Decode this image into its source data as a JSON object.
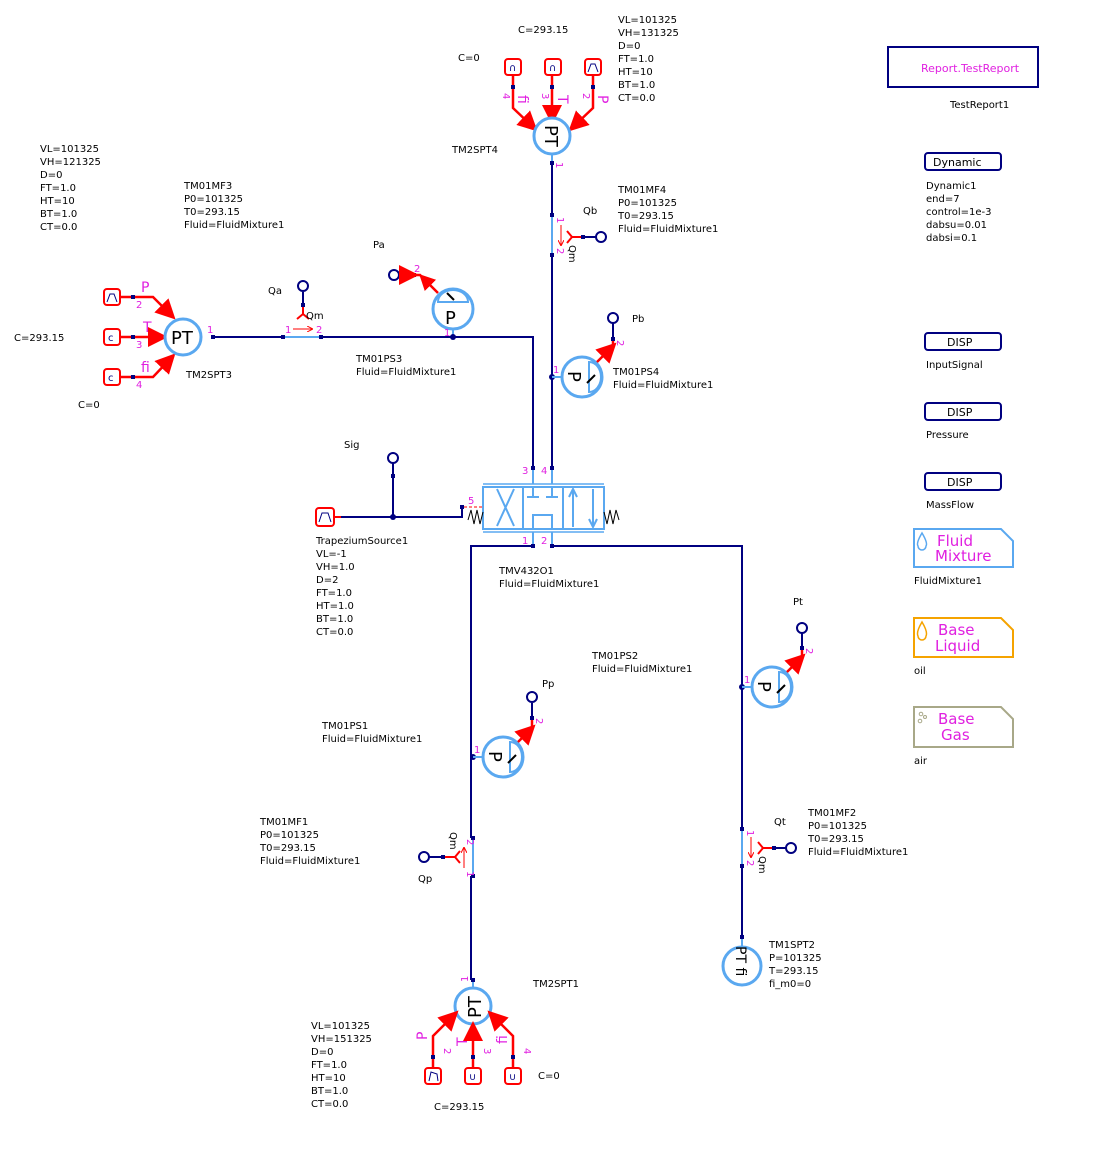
{
  "diagram": {
    "report": {
      "block_label": "Report.TestReport",
      "name": "TestReport1"
    },
    "dynamic": {
      "block_label": "Dynamic",
      "params": [
        "Dynamic1",
        "end=7",
        "control=1e-3",
        "dabsu=0.01",
        "dabsi=0.1"
      ]
    },
    "displays": [
      {
        "block_label": "DISP",
        "name": "InputSignal"
      },
      {
        "block_label": "DISP",
        "name": "Pressure"
      },
      {
        "block_label": "DISP",
        "name": "MassFlow"
      }
    ],
    "fluids": [
      {
        "line1": "Fluid",
        "line2": "Mixture",
        "name": "FluidMixture1",
        "color": "#5aa8f0"
      },
      {
        "line1": "Base",
        "line2": "Liquid",
        "name": "oil",
        "color": "#f5a300"
      },
      {
        "line1": "Base",
        "line2": "Gas",
        "name": "air",
        "color": "#a8a888"
      }
    ],
    "tm2spt4": {
      "name": "TM2SPT4",
      "symbol": "PT",
      "c_t": "C=293.15",
      "c_fi": "C=0",
      "params": [
        "VL=101325",
        "VH=131325",
        "D=0",
        "FT=1.0",
        "HT=10",
        "BT=1.0",
        "CT=0.0"
      ],
      "sig_p": "P",
      "sig_t": "T",
      "sig_fi": "fi",
      "pin_out": "1",
      "pin_p": "2",
      "pin_t": "3",
      "pin_fi": "4"
    },
    "tm2spt3": {
      "name": "TM2SPT3",
      "symbol": "PT",
      "c_t": "C=293.15",
      "c_fi": "C=0",
      "params": [
        "VL=101325",
        "VH=121325",
        "D=0",
        "FT=1.0",
        "HT=10",
        "BT=1.0",
        "CT=0.0"
      ],
      "sig_p": "P",
      "sig_t": "T",
      "sig_fi": "fi",
      "pin_out": "1",
      "pin_p": "2",
      "pin_t": "3",
      "pin_fi": "4"
    },
    "tm2spt1": {
      "name": "TM2SPT1",
      "symbol": "PT",
      "c_t": "C=293.15",
      "c_fi": "C=0",
      "params": [
        "VL=101325",
        "VH=151325",
        "D=0",
        "FT=1.0",
        "HT=10",
        "BT=1.0",
        "CT=0.0"
      ],
      "sig_p": "P",
      "sig_t": "T",
      "sig_fi": "fi",
      "pin_out": "1",
      "pin_p": "2",
      "pin_t": "3",
      "pin_fi": "4"
    },
    "tm1spt2": {
      "symbol": "PT fi",
      "params": [
        "TM1SPT2",
        "P=101325",
        "T=293.15",
        "fi_m0=0"
      ]
    },
    "tm01mf3": {
      "params": [
        "TM01MF3",
        "P0=101325",
        "T0=293.15",
        "Fluid=FluidMixture1"
      ],
      "sensor": "Qa",
      "qm": "Qm",
      "pin1": "1",
      "pin2": "2"
    },
    "tm01mf4": {
      "params": [
        "TM01MF4",
        "P0=101325",
        "T0=293.15",
        "Fluid=FluidMixture1"
      ],
      "sensor": "Qb",
      "qm": "Qm",
      "pin1": "1",
      "pin2": "2"
    },
    "tm01mf1": {
      "params": [
        "TM01MF1",
        "P0=101325",
        "T0=293.15",
        "Fluid=FluidMixture1"
      ],
      "sensor": "Qp",
      "qm": "Qm",
      "pin1": "1",
      "pin2": "2"
    },
    "tm01mf2": {
      "params": [
        "TM01MF2",
        "P0=101325",
        "T0=293.15",
        "Fluid=FluidMixture1"
      ],
      "sensor": "Qt",
      "qm": "Qm",
      "pin1": "1",
      "pin2": "2"
    },
    "tm01ps3": {
      "params": [
        "TM01PS3",
        "Fluid=FluidMixture1"
      ],
      "sensor": "Pa",
      "symbol": "P",
      "pin1": "1",
      "pin2": "2"
    },
    "tm01ps4": {
      "params": [
        "TM01PS4",
        "Fluid=FluidMixture1"
      ],
      "sensor": "Pb",
      "symbol": "P",
      "pin1": "1",
      "pin2": "2"
    },
    "tm01ps1": {
      "params": [
        "TM01PS1",
        "Fluid=FluidMixture1"
      ],
      "sensor": "Pp",
      "symbol": "P",
      "pin1": "1",
      "pin2": "2"
    },
    "tm01ps2": {
      "params": [
        "TM01PS2",
        "Fluid=FluidMixture1"
      ],
      "sensor": "Pt",
      "symbol": "P",
      "pin1": "1",
      "pin2": "2"
    },
    "valve": {
      "params": [
        "TMV432O1",
        "Fluid=FluidMixture1"
      ],
      "pin1": "1",
      "pin2": "2",
      "pin3": "3",
      "pin4": "4",
      "pin5": "5"
    },
    "trapezium": {
      "params": [
        "TrapeziumSource1",
        "VL=-1",
        "VH=1.0",
        "D=2",
        "FT=1.0",
        "HT=1.0",
        "BT=1.0",
        "CT=0.0"
      ],
      "sensor": "Sig"
    }
  }
}
